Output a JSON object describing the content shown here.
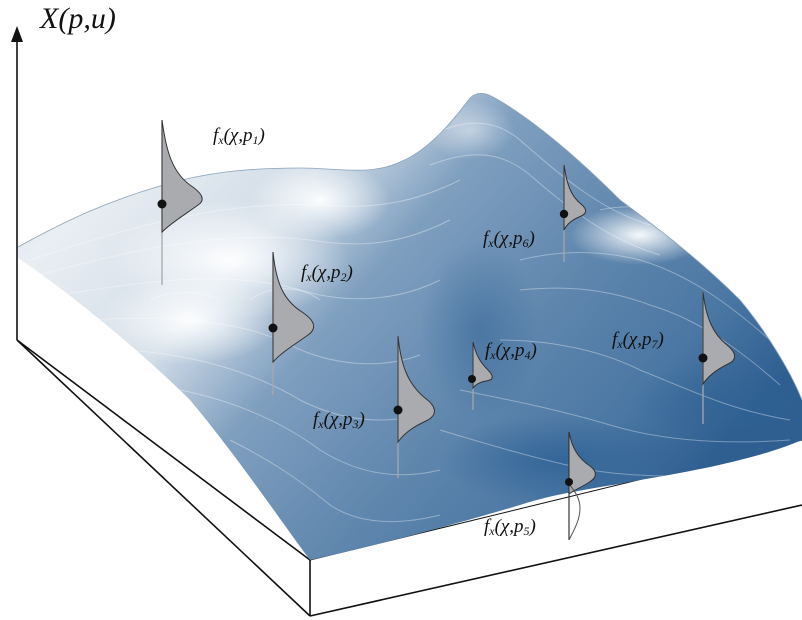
{
  "axis": {
    "y_label": "X(p,u)"
  },
  "distributions": [
    {
      "label_base": "f",
      "label_sub": "x",
      "label_args": "(χ,p",
      "label_index": "1",
      "label_close": ")"
    },
    {
      "label_base": "f",
      "label_sub": "x",
      "label_args": "(χ,p",
      "label_index": "2",
      "label_close": ")"
    },
    {
      "label_base": "f",
      "label_sub": "x",
      "label_args": "(χ,p",
      "label_index": "3",
      "label_close": ")"
    },
    {
      "label_base": "f",
      "label_sub": "x",
      "label_args": "(χ,p",
      "label_index": "4",
      "label_close": ")"
    },
    {
      "label_base": "f",
      "label_sub": "x",
      "label_args": "(χ,p",
      "label_index": "5",
      "label_close": ")"
    },
    {
      "label_base": "f",
      "label_sub": "x",
      "label_args": "(χ,p",
      "label_index": "6",
      "label_close": ")"
    },
    {
      "label_base": "f",
      "label_sub": "x",
      "label_args": "(χ,p",
      "label_index": "7",
      "label_close": ")"
    }
  ],
  "colors": {
    "surface_light": "#eef2f6",
    "surface_mid": "#a9bfd3",
    "surface_dark": "#3f6f9e",
    "pdf_fill": "#a9abaf",
    "axis": "#111111"
  }
}
